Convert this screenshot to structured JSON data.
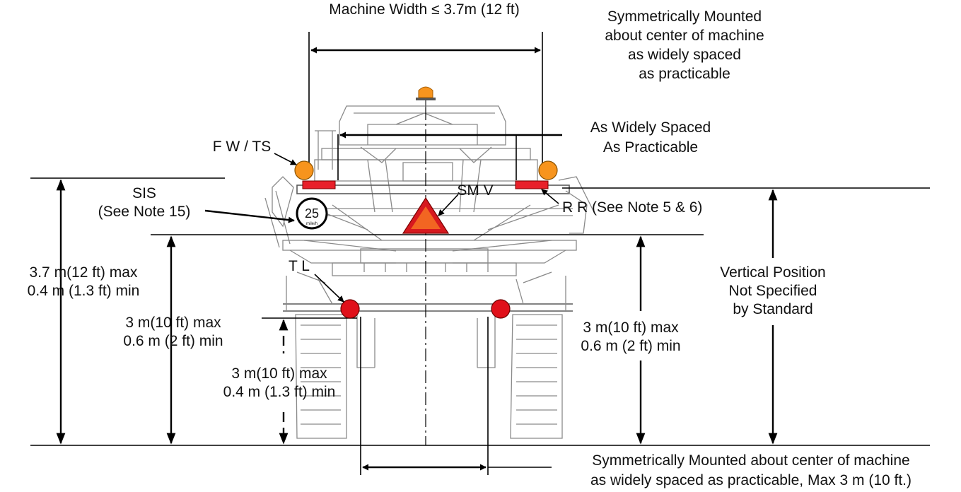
{
  "labels": {
    "machine_width": "Machine Width ≤ 3.7m (12 ft)",
    "sym_top_1": "Symmetrically Mounted",
    "sym_top_2": "about center of machine",
    "sym_top_3": "as widely spaced",
    "sym_top_4": "as practicable",
    "wide_1": "As Widely Spaced",
    "wide_2": "As Practicable",
    "fwts": "F W / TS",
    "sis_1": "SIS",
    "sis_2": "(See Note 15)",
    "smv": "SM V",
    "rr": "R R  (See Note 5 & 6)",
    "tl": "T L",
    "left_1": "3.7 m(12 ft) max",
    "left_2": "0.4 m (1.3 ft) min",
    "mid_1": "3 m(10 ft) max",
    "mid_2": "0.6 m (2 ft) min",
    "low_1": "3 m(10 ft) max",
    "low_2": "0.4 m (1.3 ft) min",
    "right_1": "3 m(10 ft) max",
    "right_2": "0.6 m (2 ft) min",
    "vert_1": "Vertical Position",
    "vert_2": "Not Specified",
    "vert_3": "by Standard",
    "bottom_1": "Symmetrically Mounted about center of machine",
    "bottom_2": "as widely spaced as practicable, Max 3 m (10 ft.)"
  },
  "sign": {
    "speed": "25",
    "unit": "mile/h"
  },
  "colors": {
    "amber_lamp": "#f7941d",
    "red_lamp": "#e0101a",
    "red_reflector": "#e8202a",
    "smv_orange": "#f26522",
    "smv_red": "#d7191f",
    "line": "#000000",
    "machine": "#8a8a8a"
  }
}
